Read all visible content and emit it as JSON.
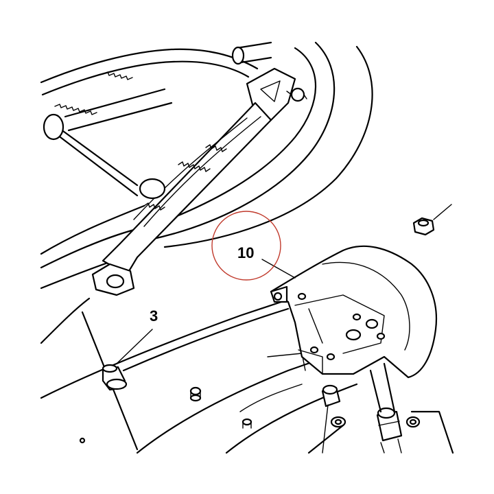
{
  "callouts": [
    {
      "id": "callout-10",
      "label": "10",
      "highlighted": true
    },
    {
      "id": "callout-3",
      "label": "3",
      "highlighted": false
    }
  ],
  "colors": {
    "line": "#000000",
    "background": "#ffffff",
    "highlight_ring": "#c0392b"
  }
}
